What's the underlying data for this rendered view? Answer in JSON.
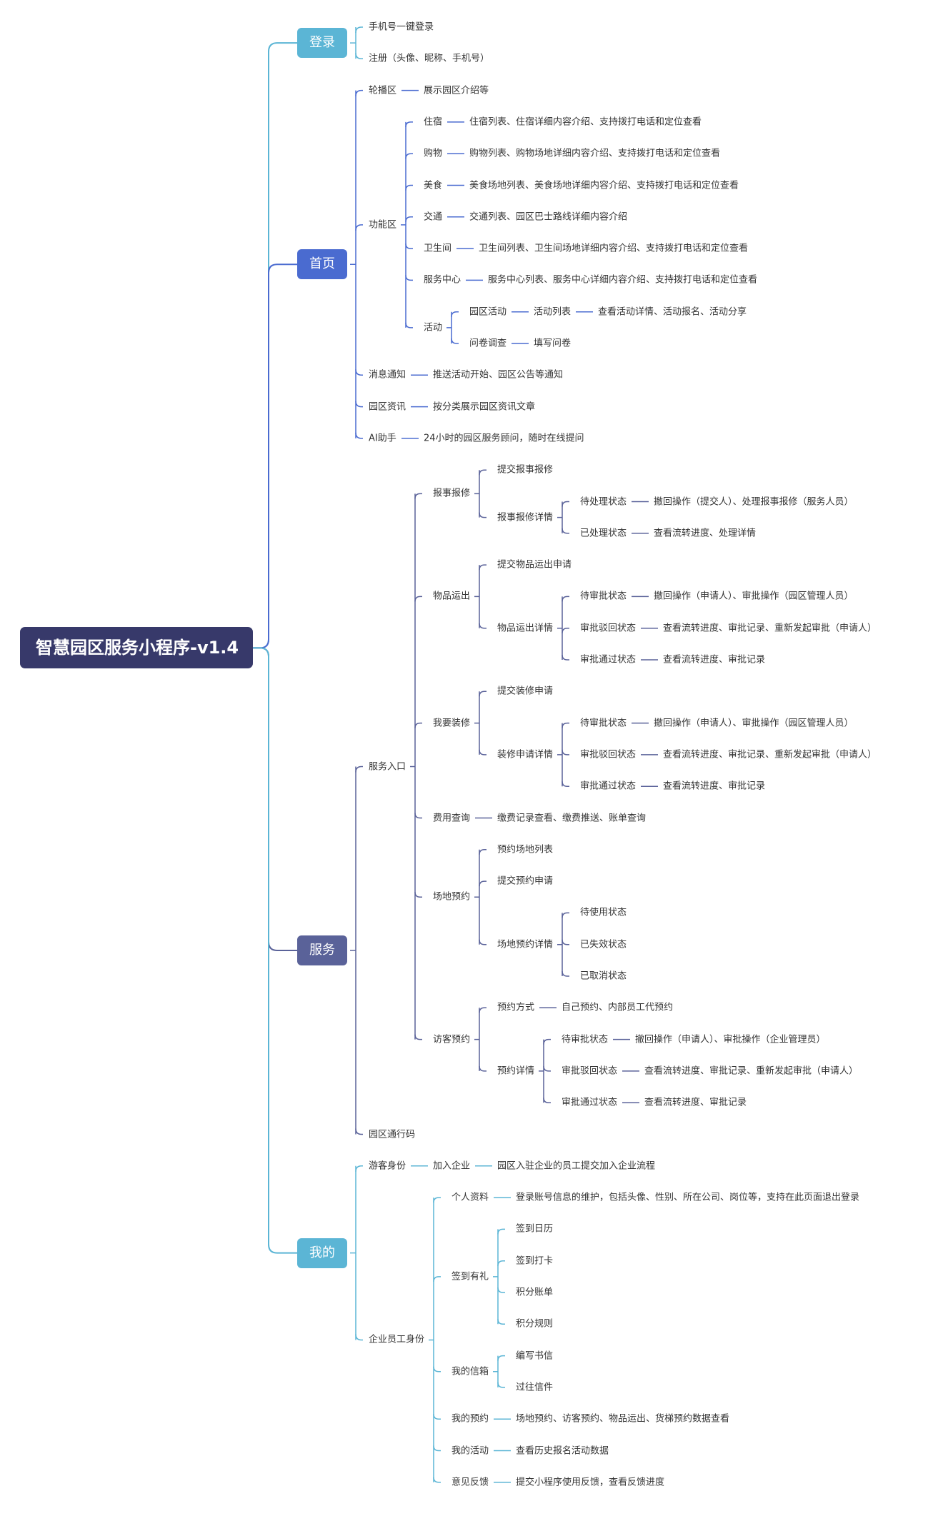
{
  "colors": {
    "root": "#37396a",
    "登录": "#5bb5d5",
    "首页": "#4a6bd0",
    "服务": "#5a6299",
    "我的": "#5bb5d5"
  },
  "tree": {
    "label": "智慧园区服务小程序-v1.4",
    "children": [
      {
        "label": "登录",
        "children": [
          {
            "label": "手机号一键登录"
          },
          {
            "label": "注册（头像、昵称、手机号）"
          }
        ]
      },
      {
        "label": "首页",
        "children": [
          {
            "label": "轮播区",
            "children": [
              {
                "label": "展示园区介绍等"
              }
            ]
          },
          {
            "label": "功能区",
            "children": [
              {
                "label": "住宿",
                "children": [
                  {
                    "label": "住宿列表、住宿详细内容介绍、支持拨打电话和定位查看"
                  }
                ]
              },
              {
                "label": "购物",
                "children": [
                  {
                    "label": "购物列表、购物场地详细内容介绍、支持拨打电话和定位查看"
                  }
                ]
              },
              {
                "label": "美食",
                "children": [
                  {
                    "label": "美食场地列表、美食场地详细内容介绍、支持拨打电话和定位查看"
                  }
                ]
              },
              {
                "label": "交通",
                "children": [
                  {
                    "label": "交通列表、园区巴士路线详细内容介绍"
                  }
                ]
              },
              {
                "label": "卫生间",
                "children": [
                  {
                    "label": "卫生间列表、卫生间场地详细内容介绍、支持拨打电话和定位查看"
                  }
                ]
              },
              {
                "label": "服务中心",
                "children": [
                  {
                    "label": "服务中心列表、服务中心详细内容介绍、支持拨打电话和定位查看"
                  }
                ]
              },
              {
                "label": "活动",
                "children": [
                  {
                    "label": "园区活动",
                    "children": [
                      {
                        "label": "活动列表",
                        "children": [
                          {
                            "label": "查看活动详情、活动报名、活动分享"
                          }
                        ]
                      }
                    ]
                  },
                  {
                    "label": "问卷调查",
                    "children": [
                      {
                        "label": "填写问卷"
                      }
                    ]
                  }
                ]
              }
            ]
          },
          {
            "label": "消息通知",
            "children": [
              {
                "label": "推送活动开始、园区公告等通知"
              }
            ]
          },
          {
            "label": "园区资讯",
            "children": [
              {
                "label": "按分类展示园区资讯文章"
              }
            ]
          },
          {
            "label": "AI助手",
            "children": [
              {
                "label": "24小时的园区服务顾问，随时在线提问"
              }
            ]
          }
        ]
      },
      {
        "label": "服务",
        "children": [
          {
            "label": "服务入口",
            "children": [
              {
                "label": "报事报修",
                "children": [
                  {
                    "label": "提交报事报修"
                  },
                  {
                    "label": "报事报修详情",
                    "children": [
                      {
                        "label": "待处理状态",
                        "children": [
                          {
                            "label": "撤回操作（提交人）、处理报事报修（服务人员）"
                          }
                        ]
                      },
                      {
                        "label": "已处理状态",
                        "children": [
                          {
                            "label": "查看流转进度、处理详情"
                          }
                        ]
                      }
                    ]
                  }
                ]
              },
              {
                "label": "物品运出",
                "children": [
                  {
                    "label": "提交物品运出申请"
                  },
                  {
                    "label": "物品运出详情",
                    "children": [
                      {
                        "label": "待审批状态",
                        "children": [
                          {
                            "label": "撤回操作（申请人）、审批操作（园区管理人员）"
                          }
                        ]
                      },
                      {
                        "label": "审批驳回状态",
                        "children": [
                          {
                            "label": "查看流转进度、审批记录、重新发起审批（申请人）"
                          }
                        ]
                      },
                      {
                        "label": "审批通过状态",
                        "children": [
                          {
                            "label": "查看流转进度、审批记录"
                          }
                        ]
                      }
                    ]
                  }
                ]
              },
              {
                "label": "我要装修",
                "children": [
                  {
                    "label": "提交装修申请"
                  },
                  {
                    "label": "装修申请详情",
                    "children": [
                      {
                        "label": "待审批状态",
                        "children": [
                          {
                            "label": "撤回操作（申请人）、审批操作（园区管理人员）"
                          }
                        ]
                      },
                      {
                        "label": "审批驳回状态",
                        "children": [
                          {
                            "label": "查看流转进度、审批记录、重新发起审批（申请人）"
                          }
                        ]
                      },
                      {
                        "label": "审批通过状态",
                        "children": [
                          {
                            "label": "查看流转进度、审批记录"
                          }
                        ]
                      }
                    ]
                  }
                ]
              },
              {
                "label": "费用查询",
                "children": [
                  {
                    "label": "缴费记录查看、缴费推送、账单查询"
                  }
                ]
              },
              {
                "label": "场地预约",
                "children": [
                  {
                    "label": "预约场地列表"
                  },
                  {
                    "label": "提交预约申请"
                  },
                  {
                    "label": "场地预约详情",
                    "children": [
                      {
                        "label": "待使用状态"
                      },
                      {
                        "label": "已失效状态"
                      },
                      {
                        "label": "已取消状态"
                      }
                    ]
                  }
                ]
              },
              {
                "label": "访客预约",
                "children": [
                  {
                    "label": "预约方式",
                    "children": [
                      {
                        "label": "自己预约、内部员工代预约"
                      }
                    ]
                  },
                  {
                    "label": "预约详情",
                    "children": [
                      {
                        "label": "待审批状态",
                        "children": [
                          {
                            "label": "撤回操作（申请人）、审批操作（企业管理员）"
                          }
                        ]
                      },
                      {
                        "label": "审批驳回状态",
                        "children": [
                          {
                            "label": "查看流转进度、审批记录、重新发起审批（申请人）"
                          }
                        ]
                      },
                      {
                        "label": "审批通过状态",
                        "children": [
                          {
                            "label": "查看流转进度、审批记录"
                          }
                        ]
                      }
                    ]
                  }
                ]
              }
            ]
          },
          {
            "label": "园区通行码"
          }
        ]
      },
      {
        "label": "我的",
        "children": [
          {
            "label": "游客身份",
            "children": [
              {
                "label": "加入企业",
                "children": [
                  {
                    "label": "园区入驻企业的员工提交加入企业流程"
                  }
                ]
              }
            ]
          },
          {
            "label": "企业员工身份",
            "children": [
              {
                "label": "个人资料",
                "children": [
                  {
                    "label": "登录账号信息的维护，包括头像、性别、所在公司、岗位等，支持在此页面退出登录"
                  }
                ]
              },
              {
                "label": "签到有礼",
                "children": [
                  {
                    "label": "签到日历"
                  },
                  {
                    "label": "签到打卡"
                  },
                  {
                    "label": "积分账单"
                  },
                  {
                    "label": "积分规则"
                  }
                ]
              },
              {
                "label": "我的信箱",
                "children": [
                  {
                    "label": "编写书信"
                  },
                  {
                    "label": "过往信件"
                  }
                ]
              },
              {
                "label": "我的预约",
                "children": [
                  {
                    "label": "场地预约、访客预约、物品运出、货梯预约数据查看"
                  }
                ]
              },
              {
                "label": "我的活动",
                "children": [
                  {
                    "label": "查看历史报名活动数据"
                  }
                ]
              },
              {
                "label": "意见反馈",
                "children": [
                  {
                    "label": "提交小程序使用反馈，查看反馈进度"
                  }
                ]
              }
            ]
          }
        ]
      }
    ]
  }
}
